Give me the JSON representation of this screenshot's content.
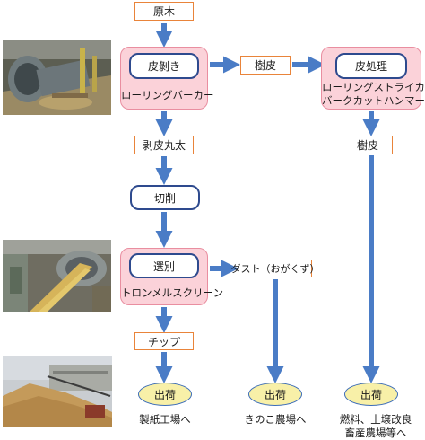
{
  "nodes": {
    "raw_wood": "原木",
    "debarking": "皮剝き",
    "debarking_machine": "ローリングバーカー",
    "bark_1": "樹皮",
    "bark_processing": "皮処理",
    "bark_processing_machine_line1": "ローリングストライカー",
    "bark_processing_machine_line2": "バークカットハンマー",
    "bark_2": "樹皮",
    "peeled_log": "剥皮丸太",
    "cutting": "切削",
    "sorting": "選別",
    "sorting_machine": "トロンメルスクリーン",
    "dust": "ダスト（おがくず）",
    "chips": "チップ"
  },
  "shipments": [
    {
      "label": "出荷",
      "destination_line1": "製紙工場へ",
      "destination_line2": ""
    },
    {
      "label": "出荷",
      "destination_line1": "きのこ農場へ",
      "destination_line2": ""
    },
    {
      "label": "出荷",
      "destination_line1": "燃料、土壌改良",
      "destination_line2": "畜産農場等へ"
    }
  ],
  "photos": [
    "debarking-machine-photo",
    "trommel-screen-photo",
    "wood-chip-pile-photo"
  ],
  "colors": {
    "arrow": "#4a7cc6",
    "box_border": "#e9843a",
    "process_fill": "#fbd2d9",
    "process_border": "#e98ea0",
    "inner_border": "#2e4a8e",
    "oval_fill": "#f8f0a8"
  }
}
